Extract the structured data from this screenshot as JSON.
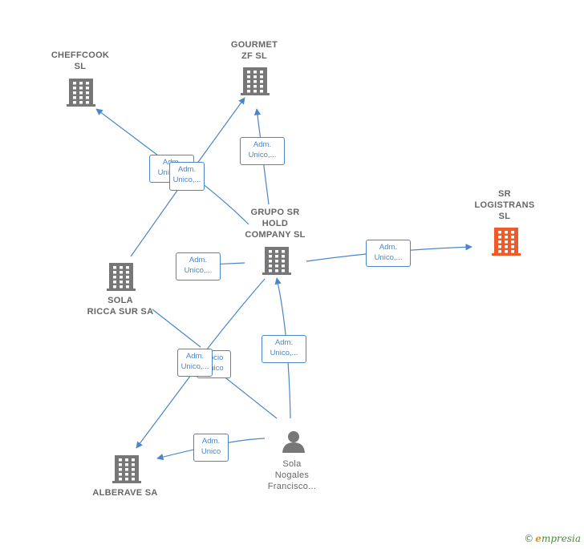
{
  "colors": {
    "edge": "#4a86c8",
    "company_icon": "#777777",
    "highlight_icon": "#f05a28",
    "person_icon": "#777777",
    "label_text": "#666666"
  },
  "nodes": [
    {
      "id": "cheffcook",
      "type": "company",
      "label": "CHEFFCOOK\nSL"
    },
    {
      "id": "gourmet",
      "type": "company",
      "label": "GOURMET\nZF  SL"
    },
    {
      "id": "grupo",
      "type": "company",
      "label": "GRUPO SR\nHOLD\nCOMPANY  SL"
    },
    {
      "id": "logistrans",
      "type": "company-highlight",
      "label": "SR\nLOGISTRANS\nSL"
    },
    {
      "id": "ricca",
      "type": "company",
      "label": "SOLA\nRICCA SUR SA"
    },
    {
      "id": "alberave",
      "type": "company",
      "label": "ALBERAVE SA"
    },
    {
      "id": "person",
      "type": "person",
      "label": "Sola\nNogales\nFrancisco..."
    }
  ],
  "edges": [
    {
      "id": "e1",
      "label": "Adm.\nUnico,..."
    },
    {
      "id": "e2",
      "label": "Adm.\nUnico,..."
    },
    {
      "id": "e3",
      "label": "Adm.\nUnico,..."
    },
    {
      "id": "e4",
      "label": "Adm.\nUnico,..."
    },
    {
      "id": "e5",
      "label": "Adm.\nUnico,..."
    },
    {
      "id": "e6",
      "label": "Socio\nÚnico"
    },
    {
      "id": "e7",
      "label": "Adm.\nUnico"
    },
    {
      "id": "e8",
      "label": "Adm.\nUnico,..."
    },
    {
      "id": "e9",
      "label": "Adm.\nUnico,..."
    }
  ],
  "brand": {
    "copyright": "©",
    "initial": "e",
    "name": "mpresia"
  }
}
